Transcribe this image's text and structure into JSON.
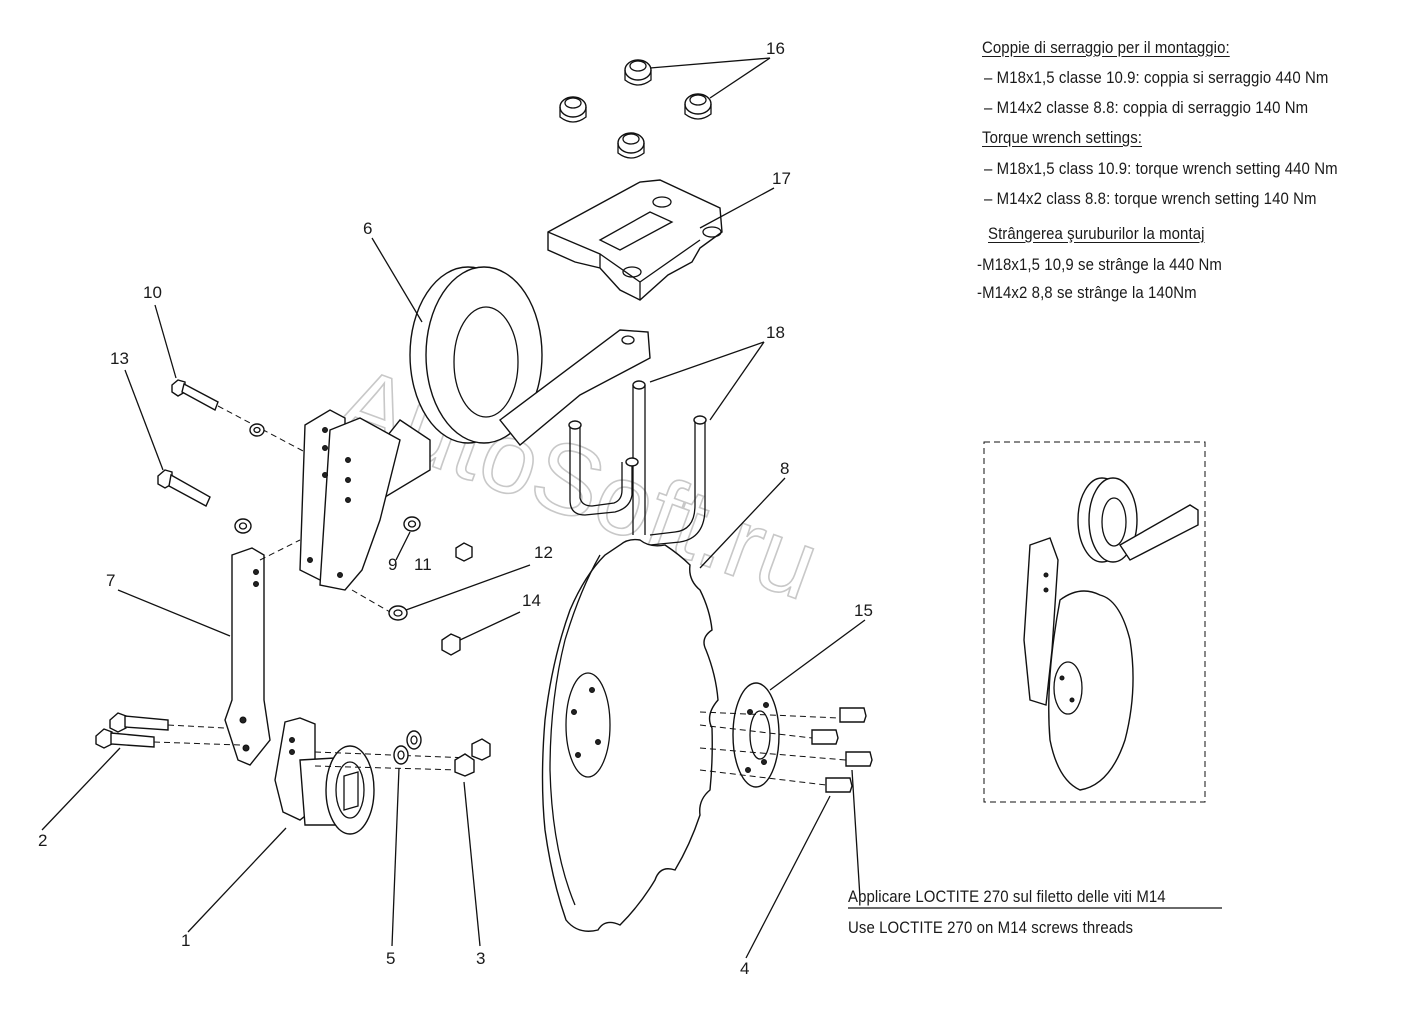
{
  "notes": {
    "torque_it_title": "Coppie di serraggio per il montaggio:",
    "torque_it_1": "– M18x1,5 classe 10.9: coppia si serraggio 440 Nm",
    "torque_it_2": "– M14x2 classe 8.8: coppia di serraggio 140 Nm",
    "torque_en_title": "Torque wrench settings:",
    "torque_en_1": "– M18x1,5 class 10.9: torque wrench setting 440 Nm",
    "torque_en_2": "– M14x2 class 8.8: torque wrench setting 140 Nm",
    "torque_ro_title": "Strângerea şuruburilor la montaj",
    "torque_ro_1": "-M18x1,5 10,9 se strânge la 440 Nm",
    "torque_ro_2": "-M14x2 8,8 se strânge la 140Nm",
    "loctite_it": "Applicare LOCTITE 270 sul filetto delle viti M14",
    "loctite_en": "Use LOCTITE 270 on M14 screws threads"
  },
  "watermark": "AutoSoft.ru",
  "callouts": {
    "c1": "1",
    "c2": "2",
    "c3": "3",
    "c4": "4",
    "c5": "5",
    "c6": "6",
    "c7": "7",
    "c8": "8",
    "c9": "9",
    "c10": "10",
    "c11": "11",
    "c12": "12",
    "c13": "13",
    "c14": "14",
    "c15": "15",
    "c16": "16",
    "c17": "17",
    "c18": "18"
  }
}
